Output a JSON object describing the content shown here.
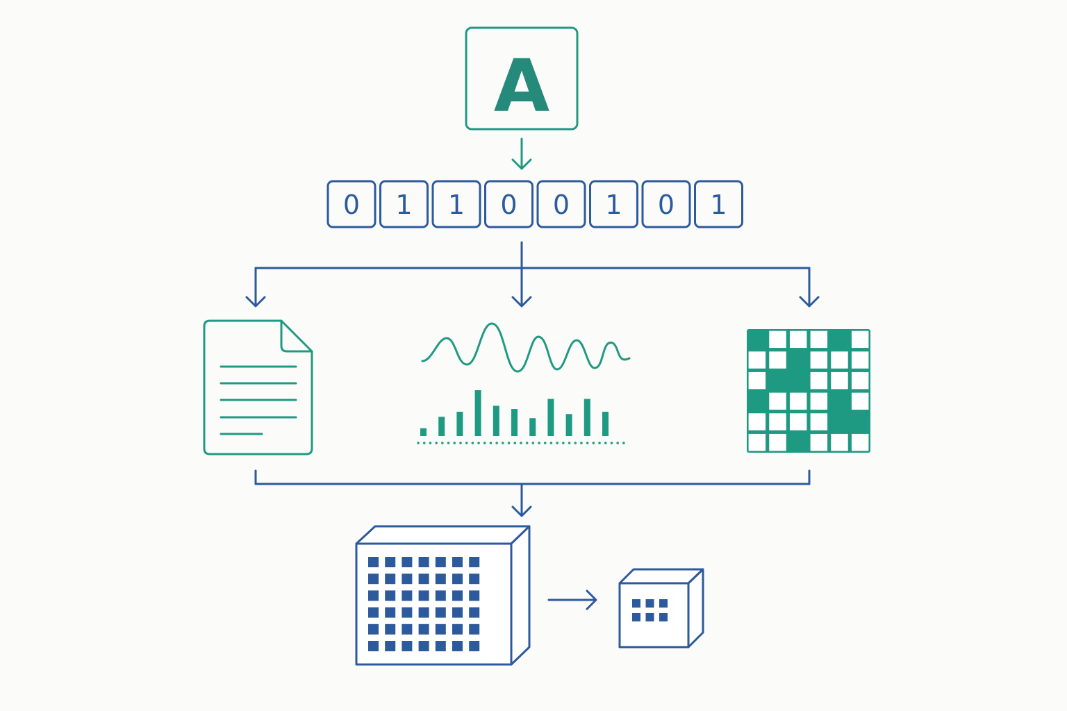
{
  "input_glyph": {
    "character": "A"
  },
  "bits": [
    "0",
    "1",
    "1",
    "0",
    "0",
    "1",
    "0",
    "1"
  ],
  "colors": {
    "teal": "#1f9a82",
    "teal_dark": "#268a7a",
    "blue": "#2c5a9c",
    "background": "#fbfbf9"
  },
  "representations": [
    {
      "icon": "document-icon"
    },
    {
      "icon": "waveform-spectrum-icon"
    },
    {
      "icon": "binary-grid-icon"
    }
  ],
  "waveform": {
    "spectrum_values": [
      0.17,
      0.42,
      0.53,
      1.0,
      0.66,
      0.59,
      0.39,
      0.81,
      0.48,
      0.81,
      0.53
    ]
  },
  "grid": {
    "rows": 6,
    "cols": 6,
    "filled": [
      [
        1,
        0,
        0,
        0,
        1,
        0
      ],
      [
        0,
        0,
        1,
        0,
        0,
        0
      ],
      [
        0,
        1,
        1,
        0,
        0,
        0
      ],
      [
        1,
        0,
        0,
        0,
        1,
        0
      ],
      [
        0,
        0,
        0,
        0,
        1,
        1
      ],
      [
        0,
        0,
        1,
        0,
        0,
        0
      ]
    ]
  },
  "tensors": {
    "large": {
      "rows": 6,
      "cols": 7,
      "icon": "large-tensor-icon"
    },
    "small": {
      "rows": 2,
      "cols": 3,
      "icon": "small-tensor-icon"
    }
  }
}
